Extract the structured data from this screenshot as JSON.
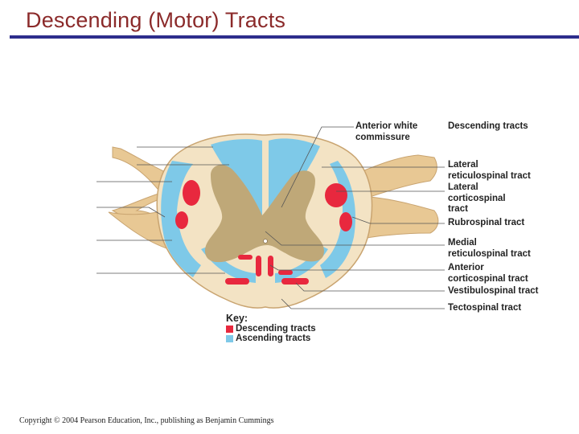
{
  "slide": {
    "title": "Descending (Motor) Tracts",
    "copyright": "Copyright © 2004 Pearson Education, Inc., publishing as Benjamin Cummings"
  },
  "labels": {
    "heading": "Descending tracts",
    "anterior_white_commissure": [
      "Anterior white",
      "commissure"
    ],
    "lateral_reticulospinal": [
      "Lateral",
      "reticulospinal tract"
    ],
    "lateral_corticospinal": [
      "Lateral",
      "corticospinal",
      "tract"
    ],
    "rubrospinal": [
      "Rubrospinal tract"
    ],
    "medial_reticulospinal": [
      "Medial",
      "reticulospinal tract"
    ],
    "anterior_corticospinal": [
      "Anterior",
      "corticospinal tract"
    ],
    "vestibulospinal": [
      "Vestibulospinal tract"
    ],
    "tectospinal": [
      "Tectospinal tract"
    ]
  },
  "key": {
    "title": "Key:",
    "descending": "Descending tracts",
    "ascending": "Ascending tracts"
  },
  "colors": {
    "descending": "#e8283e",
    "ascending": "#7ec9e8",
    "gray_matter": "#bfa878",
    "white_matter": "#f3e3c4",
    "nerve_roots": "#e8c894",
    "title": "#8b2a2a",
    "rule": "#2d2d8c"
  }
}
